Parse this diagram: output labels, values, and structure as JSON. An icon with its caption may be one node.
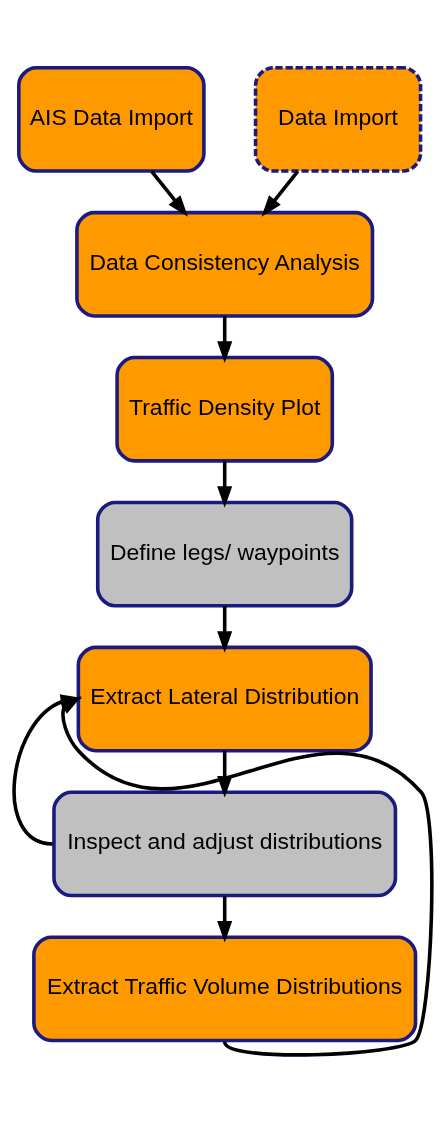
{
  "diagram": {
    "nodes": [
      {
        "text": [
          "AIS Data Import"
        ]
      },
      {
        "text": [
          "Data Import"
        ]
      },
      {
        "text": [
          "Data Consistency Analysis"
        ]
      },
      {
        "text": [
          "Traffic Density Plot"
        ]
      },
      {
        "text": [
          "Define legs/ waypoints"
        ]
      },
      {
        "text": [
          "Extract Lateral Distribution"
        ]
      },
      {
        "text": [
          "Inspect and adjust distributions"
        ]
      },
      {
        "text": [
          "Extract Traffic Volume Distributions"
        ]
      }
    ],
    "edges": [
      {
        "from": 0,
        "to": 2,
        "arrow": "to"
      },
      {
        "from": 1,
        "to": 2,
        "arrow": "to"
      },
      {
        "from": 2,
        "to": 3,
        "arrow": "to"
      },
      {
        "from": 3,
        "to": 4,
        "arrow": "to"
      },
      {
        "from": 4,
        "to": 5,
        "arrow": "to"
      },
      {
        "from": 5,
        "to": 6,
        "arrow": "to"
      },
      {
        "from": 6,
        "to": 7,
        "arrow": "to"
      },
      {
        "from": 7,
        "to": 5,
        "arrow": "to"
      },
      {
        "from": 6,
        "to": 5,
        "arrow": "to"
      }
    ]
  }
}
